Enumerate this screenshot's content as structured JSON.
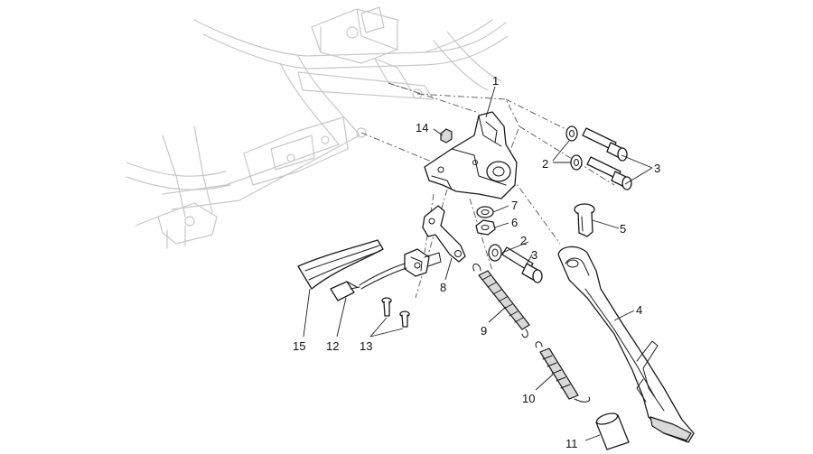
{
  "callouts": {
    "c1": "1",
    "c2a": "2",
    "c2b": "2",
    "c3a": "3",
    "c3b": "3",
    "c4": "4",
    "c5": "5",
    "c6": "6",
    "c7": "7",
    "c8": "8",
    "c9": "9",
    "c10": "10",
    "c11": "11",
    "c12": "12",
    "c13": "13",
    "c14": "14",
    "c15": "15"
  },
  "colors": {
    "ghost_frame": "#c8c8c8",
    "line": "#1a1a1a"
  }
}
